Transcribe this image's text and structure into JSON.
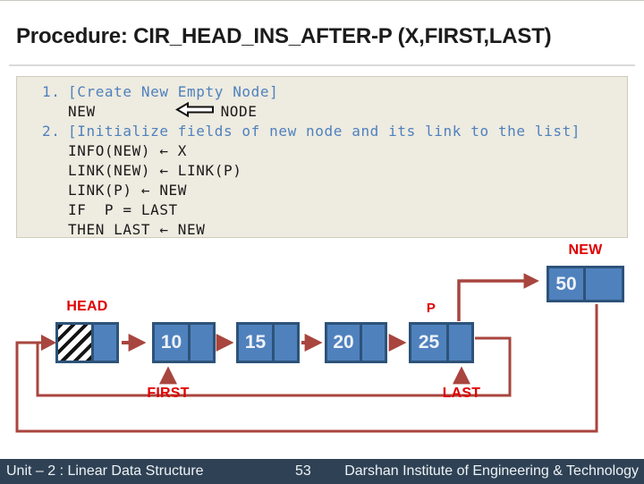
{
  "title": "Procedure: CIR_HEAD_INS_AFTER-P (X,FIRST,LAST)",
  "code": {
    "step1_num": "1.",
    "step1_text": "[Create New Empty Node]",
    "assign_left": "NEW",
    "assign_right": "NODE",
    "step2_num": "2.",
    "step2_text": "[Initialize fields of new node and its link to the list]",
    "body": [
      "INFO(NEW) ← X",
      "LINK(NEW) ← LINK(P)",
      "LINK(P) ← NEW",
      "IF  P = LAST",
      "THEN LAST ← NEW"
    ]
  },
  "diagram": {
    "new_label": "NEW",
    "new_value": "50",
    "head_label": "HEAD",
    "p_label": "P",
    "first_label": "FIRST",
    "last_label": "LAST",
    "nodes": [
      {
        "value": "10"
      },
      {
        "value": "15"
      },
      {
        "value": "20"
      },
      {
        "value": "25"
      }
    ]
  },
  "footer": {
    "left": "Unit – 2 : Linear Data Structure",
    "page": "53",
    "right": "Darshan Institute of Engineering & Technology"
  },
  "colors": {
    "node_fill": "#4f81bd",
    "node_border": "#2d5379",
    "connector": "#a8453e",
    "label_red": "#e00000",
    "code_background": "#eeebe0",
    "code_comment_blue": "#4f81bd",
    "footer_background": "#2f4255"
  }
}
